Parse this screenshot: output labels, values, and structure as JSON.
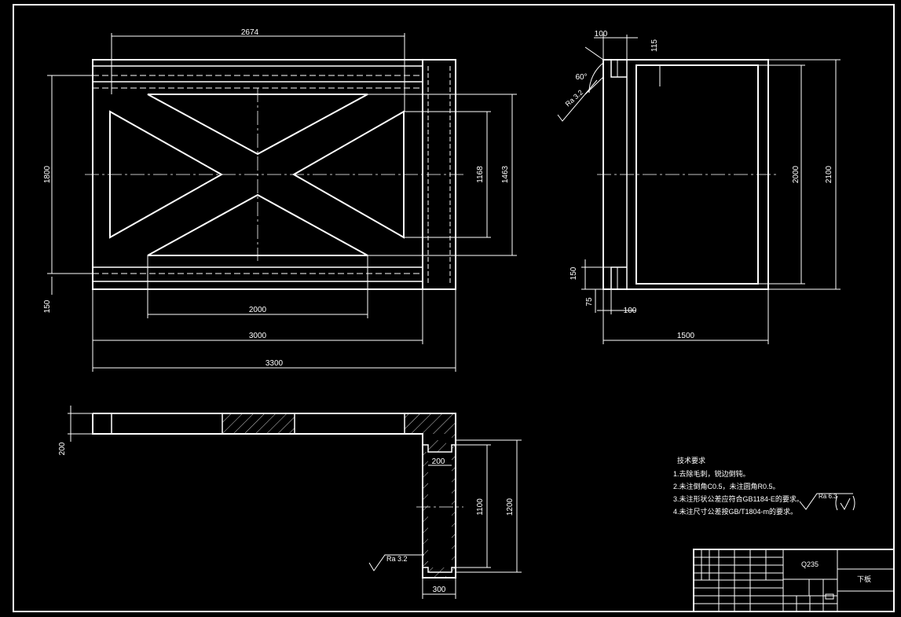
{
  "front_view": {
    "dim_top": "2674",
    "dim_left": "1800",
    "dim_left_bottom": "150",
    "dim_inner_bottom": "2000",
    "dim_mid_bottom": "3000",
    "dim_overall_bottom": "3300",
    "dim_right_inner": "1168",
    "dim_right_outer": "1463"
  },
  "side_view": {
    "dim_top_left": "100",
    "dim_top_right": "115",
    "angle": "60°",
    "roughness": "Ra 3.2",
    "dim_inner_height": "2000",
    "dim_outer_height": "2100",
    "dim_bottom_150": "150",
    "dim_bottom_75": "75",
    "dim_bottom_100": "100",
    "dim_width": "1500"
  },
  "section_view": {
    "dim_thickness": "200",
    "dim_slot": "200",
    "dim_inner_height": "1100",
    "dim_outer_height": "1200",
    "dim_bottom_width": "300",
    "roughness": "Ra 3.2"
  },
  "notes": {
    "title": "技术要求",
    "items": [
      "1.去除毛刺，锐边倒钝。",
      "2.未注倒角C0.5，未注圆角R0.5。",
      "3.未注形状公差应符合GB1184-E的要求。",
      "4.未注尺寸公差按GB/T1804-m的要求。"
    ],
    "roughness": "Ra 6.3"
  },
  "title_block": {
    "material": "Q235",
    "part_name": "下板"
  },
  "colors": {
    "background": "#000000",
    "line": "#ffffff"
  }
}
